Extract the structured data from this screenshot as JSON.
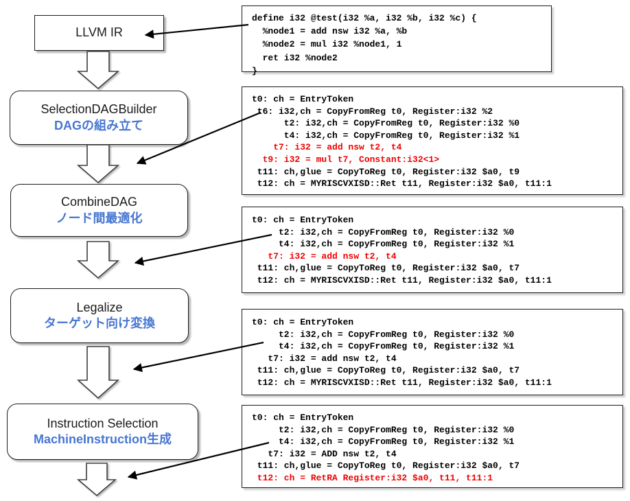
{
  "colors": {
    "accent_blue": "#4676d2",
    "code_red": "#f00000",
    "box_border": "#1a1a1a"
  },
  "flowchart": {
    "stages": [
      {
        "title": "LLVM IR",
        "subtitle": ""
      },
      {
        "title": "SelectionDAGBuilder",
        "subtitle": "DAGの組み立て"
      },
      {
        "title": "CombineDAG",
        "subtitle": "ノード間最適化"
      },
      {
        "title": "Legalize",
        "subtitle": "ターゲット向け変換"
      },
      {
        "title": "Instruction Selection",
        "subtitle": "MachineInstruction生成"
      }
    ]
  },
  "code_panels": [
    {
      "name": "llvm-ir-source",
      "lines": [
        {
          "text": "define i32 @test(i32 %a, i32 %b, i32 %c) {",
          "red": false
        },
        {
          "text": "  %node1 = add nsw i32 %a, %b",
          "red": false
        },
        {
          "text": "  %node2 = mul i32 %node1, 1",
          "red": false
        },
        {
          "text": "  ret i32 %node2",
          "red": false
        },
        {
          "text": "}",
          "red": false
        }
      ]
    },
    {
      "name": "selectiondag-build-dump",
      "lines": [
        {
          "text": "t0: ch = EntryToken",
          "red": false
        },
        {
          "text": " t6: i32,ch = CopyFromReg t0, Register:i32 %2",
          "red": false
        },
        {
          "text": "      t2: i32,ch = CopyFromReg t0, Register:i32 %0",
          "red": false
        },
        {
          "text": "      t4: i32,ch = CopyFromReg t0, Register:i32 %1",
          "red": false
        },
        {
          "text": "    t7: i32 = add nsw t2, t4",
          "red": true
        },
        {
          "text": "  t9: i32 = mul t7, Constant:i32<1>",
          "red": true
        },
        {
          "text": " t11: ch,glue = CopyToReg t0, Register:i32 $a0, t9",
          "red": false
        },
        {
          "text": " t12: ch = MYRISCVXISD::Ret t11, Register:i32 $a0, t11:1",
          "red": false
        }
      ]
    },
    {
      "name": "combine-dag-dump",
      "lines": [
        {
          "text": "t0: ch = EntryToken",
          "red": false
        },
        {
          "text": "     t2: i32,ch = CopyFromReg t0, Register:i32 %0",
          "red": false
        },
        {
          "text": "     t4: i32,ch = CopyFromReg t0, Register:i32 %1",
          "red": false
        },
        {
          "text": "   t7: i32 = add nsw t2, t4",
          "red": true
        },
        {
          "text": " t11: ch,glue = CopyToReg t0, Register:i32 $a0, t7",
          "red": false
        },
        {
          "text": " t12: ch = MYRISCVXISD::Ret t11, Register:i32 $a0, t11:1",
          "red": false
        }
      ]
    },
    {
      "name": "legalize-dump",
      "lines": [
        {
          "text": "t0: ch = EntryToken",
          "red": false
        },
        {
          "text": "     t2: i32,ch = CopyFromReg t0, Register:i32 %0",
          "red": false
        },
        {
          "text": "     t4: i32,ch = CopyFromReg t0, Register:i32 %1",
          "red": false
        },
        {
          "text": "   t7: i32 = add nsw t2, t4",
          "red": false
        },
        {
          "text": " t11: ch,glue = CopyToReg t0, Register:i32 $a0, t7",
          "red": false
        },
        {
          "text": " t12: ch = MYRISCVXISD::Ret t11, Register:i32 $a0, t11:1",
          "red": false
        }
      ]
    },
    {
      "name": "instruction-selection-dump",
      "lines": [
        {
          "text": "t0: ch = EntryToken",
          "red": false
        },
        {
          "text": "     t2: i32,ch = CopyFromReg t0, Register:i32 %0",
          "red": false
        },
        {
          "text": "     t4: i32,ch = CopyFromReg t0, Register:i32 %1",
          "red": false
        },
        {
          "text": "   t7: i32 = ADD nsw t2, t4",
          "red": false
        },
        {
          "text": " t11: ch,glue = CopyToReg t0, Register:i32 $a0, t7",
          "red": false
        },
        {
          "text": " t12: ch = RetRA Register:i32 $a0, t11, t11:1",
          "red": true
        }
      ]
    }
  ]
}
